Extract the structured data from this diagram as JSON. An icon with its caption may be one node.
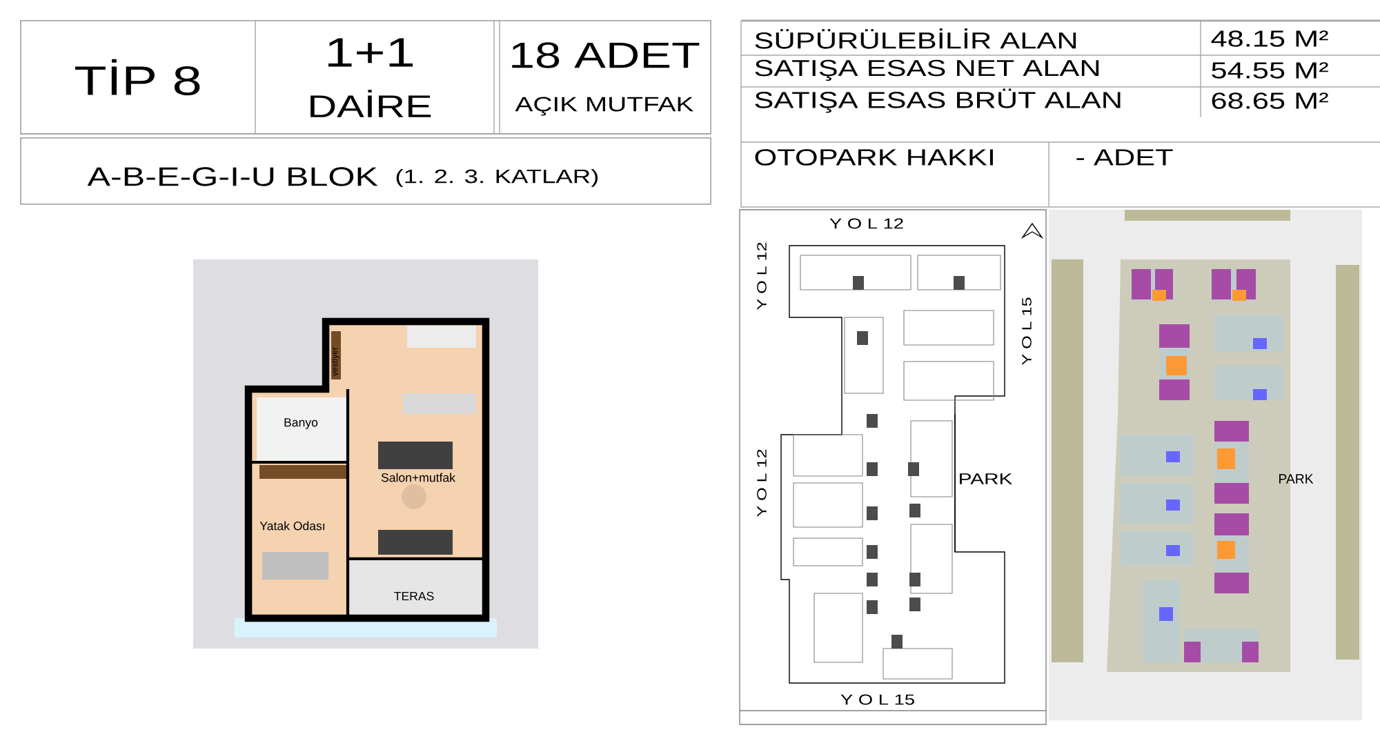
{
  "diagram": {
    "labels": [
      "TİP 8",
      "1+1",
      "DAİRE",
      "18 ADET",
      "AÇIK MUTFAK",
      "A-B-E-G-I-U BLOK",
      "(1. 2. 3. KATLAR)",
      "SÜPÜRÜLEBİLİR ALAN",
      "48.15 M²",
      "SATIŞA ESAS NET ALAN",
      "54.55 M²",
      "SATIŞA ESAS BRÜT ALAN",
      "68.65 M²",
      "OTOPARK HAKKI",
      "- ADET",
      "vestiyer",
      "Banyo",
      "Salon+mutfak",
      "Yatak Odası",
      "TERAS",
      "Y O L 12",
      "Y O L 12",
      "Y O L 15",
      "Y O L 12",
      "PARK",
      "Y O L 15",
      "PARK"
    ]
  }
}
